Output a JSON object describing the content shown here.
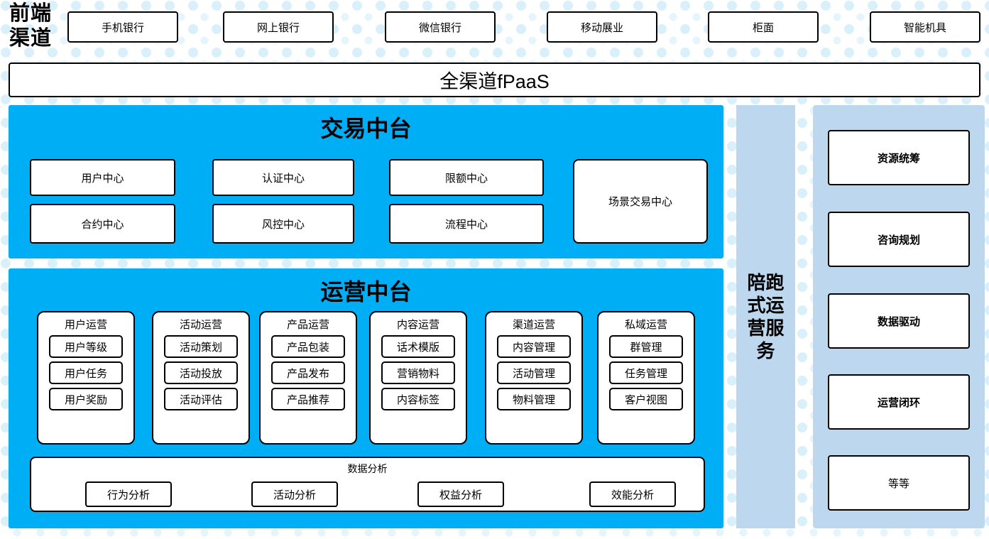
{
  "front_channel": {
    "label_line1": "前端",
    "label_line2": "渠道",
    "channels": [
      {
        "name": "手机银行"
      },
      {
        "name": "网上银行"
      },
      {
        "name": "微信银行"
      },
      {
        "name": "移动展业"
      },
      {
        "name": "柜面"
      },
      {
        "name": "智能机具"
      }
    ]
  },
  "fpaas": {
    "label": "全渠道fPaaS"
  },
  "trade_platform": {
    "title": "交易中台",
    "boxes": [
      {
        "name": "用户中心"
      },
      {
        "name": "认证中心"
      },
      {
        "name": "限额中心"
      },
      {
        "name": "合约中心"
      },
      {
        "name": "风控中心"
      },
      {
        "name": "流程中心"
      },
      {
        "name": "场景交易中心"
      }
    ]
  },
  "ops_platform": {
    "title": "运营中台",
    "columns": [
      {
        "title": "用户运营",
        "items": [
          "用户等级",
          "用户任务",
          "用户奖励"
        ]
      },
      {
        "title": "活动运营",
        "items": [
          "活动策划",
          "活动投放",
          "活动评估"
        ]
      },
      {
        "title": "产品运营",
        "items": [
          "产品包装",
          "产品发布",
          "产品推荐"
        ]
      },
      {
        "title": "内容运营",
        "items": [
          "话术模版",
          "营销物料",
          "内容标签"
        ]
      },
      {
        "title": "渠道运营",
        "items": [
          "内容管理",
          "活动管理",
          "物料管理"
        ]
      },
      {
        "title": "私域运营",
        "items": [
          "群管理",
          "任务管理",
          "客户视图"
        ]
      }
    ],
    "analytics": {
      "title": "数据分析",
      "items": [
        "行为分析",
        "活动分析",
        "权益分析",
        "效能分析"
      ]
    }
  },
  "accompany_service": {
    "label": "陪跑式运营服务"
  },
  "services_panel": {
    "items": [
      {
        "name": "资源统筹",
        "bold": true
      },
      {
        "name": "咨询规划",
        "bold": true
      },
      {
        "name": "数据驱动",
        "bold": true
      },
      {
        "name": "运营闭环",
        "bold": true
      },
      {
        "name": "等等",
        "bold": false
      }
    ]
  },
  "colors": {
    "cyan_panel": "#00AEF5",
    "light_blue_panel": "#BDD7EE",
    "dot_color": "#D9F0FB",
    "border": "#000000",
    "box_fill": "#FFFFFF"
  }
}
